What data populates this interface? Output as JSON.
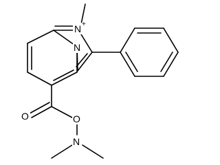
{
  "molecule": {
    "atoms": {
      "n_imidazolium": "N",
      "n_charge": "+",
      "n_bridgehead": "N",
      "o_carbonyl": "O",
      "o_ester": "O",
      "n_amine": "N"
    }
  }
}
